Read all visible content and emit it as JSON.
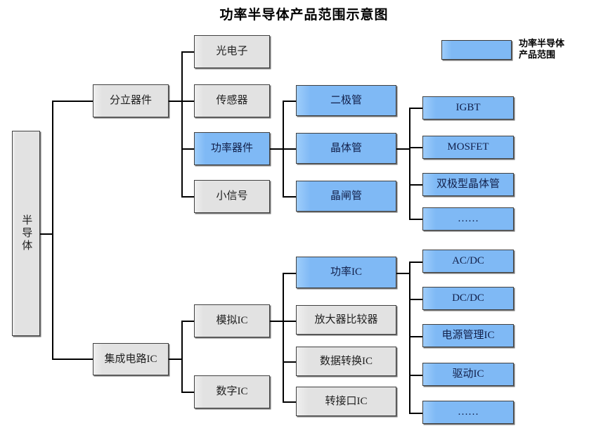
{
  "title": "功率半导体产品范围示意图",
  "colors": {
    "highlight": "#82bcf7",
    "neutral": "#e4e4e4",
    "border": "#404040",
    "line": "#000000"
  },
  "legend": {
    "swatch_color": "#82bcf7",
    "label": "功率半导体\n产品范围"
  },
  "nodes": {
    "root": {
      "label": "半导体",
      "style": "neutral"
    },
    "level2": [
      {
        "label": "分立器件",
        "style": "neutral"
      },
      {
        "label": "集成电路IC",
        "style": "neutral"
      }
    ],
    "discrete_children": [
      {
        "label": "光电子",
        "style": "neutral"
      },
      {
        "label": "传感器",
        "style": "neutral"
      },
      {
        "label": "功率器件",
        "style": "highlight"
      },
      {
        "label": "小信号",
        "style": "neutral"
      }
    ],
    "power_device_children": [
      {
        "label": "二极管",
        "style": "highlight"
      },
      {
        "label": "晶体管",
        "style": "highlight"
      },
      {
        "label": "晶闸管",
        "style": "highlight"
      }
    ],
    "transistor_children": [
      {
        "label": "IGBT",
        "style": "highlight"
      },
      {
        "label": "MOSFET",
        "style": "highlight"
      },
      {
        "label": "双极型晶体管",
        "style": "highlight"
      },
      {
        "label": "……",
        "style": "highlight"
      }
    ],
    "ic_children": [
      {
        "label": "模拟IC",
        "style": "neutral"
      },
      {
        "label": "数字IC",
        "style": "neutral"
      }
    ],
    "analog_ic_children": [
      {
        "label": "功率IC",
        "style": "highlight"
      },
      {
        "label": "放大器比较器",
        "style": "neutral"
      },
      {
        "label": "数据转换IC",
        "style": "neutral"
      },
      {
        "label": "转接口IC",
        "style": "neutral"
      }
    ],
    "power_ic_children": [
      {
        "label": "AC/DC",
        "style": "highlight"
      },
      {
        "label": "DC/DC",
        "style": "highlight"
      },
      {
        "label": "电源管理IC",
        "style": "highlight"
      },
      {
        "label": "驱动IC",
        "style": "highlight"
      },
      {
        "label": "……",
        "style": "highlight"
      }
    ]
  }
}
